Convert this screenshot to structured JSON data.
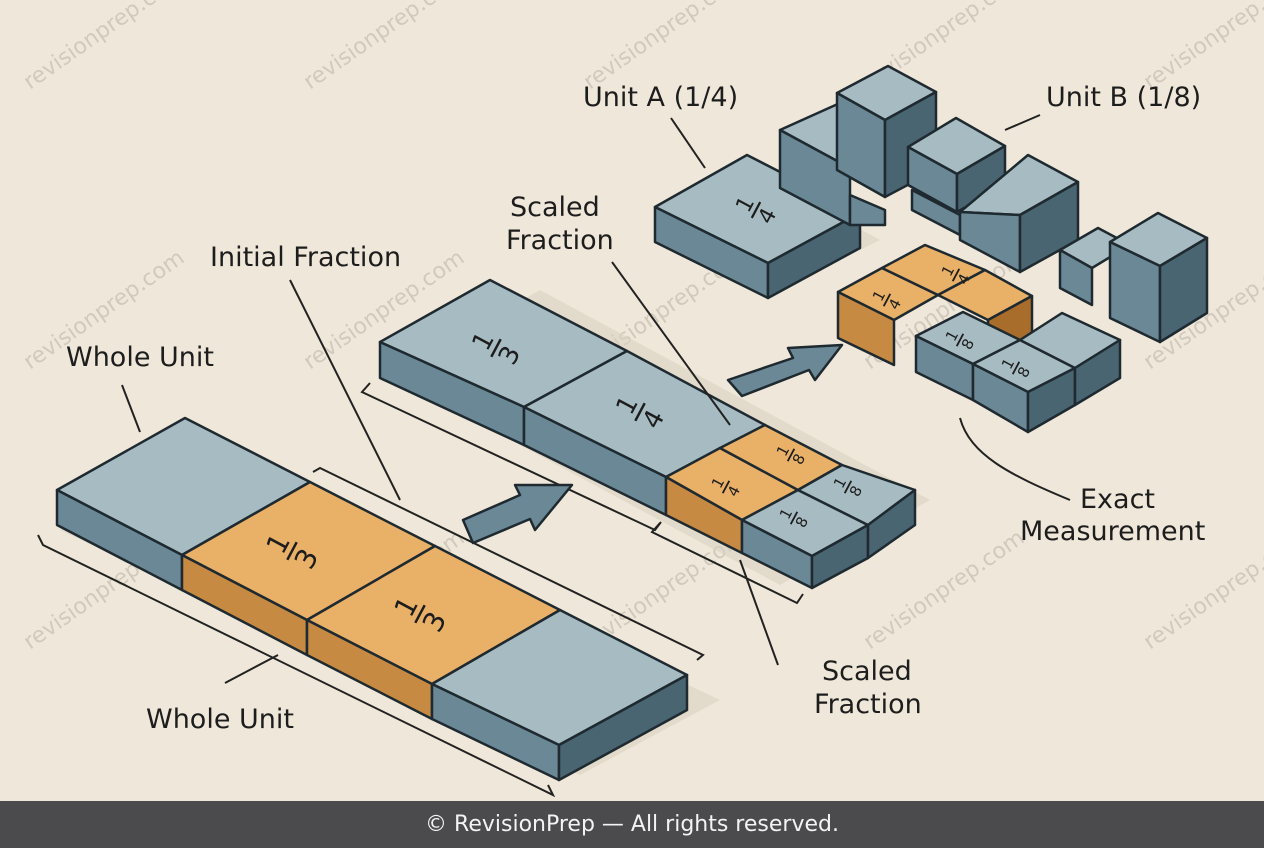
{
  "watermark": "revisionprep.com",
  "labels": {
    "whole_unit_top": "Whole Unit",
    "whole_unit_bottom": "Whole Unit",
    "initial_fraction": "Initial Fraction",
    "scaled_fraction_top_l1": "Scaled",
    "scaled_fraction_top_l2": "Fraction",
    "scaled_fraction_bottom_l1": "Scaled",
    "scaled_fraction_bottom_l2": "Fraction",
    "unit_a": "Unit A (1/4)",
    "unit_b": "Unit B (1/8)",
    "exact_l1": "Exact",
    "exact_l2": "Measurement"
  },
  "fractions": {
    "one": "1",
    "third_den": "3",
    "quarter_den": "4",
    "eighth_den": "8"
  },
  "colors": {
    "blue_top": "#a7bcc2",
    "blue_front": "#6a8896",
    "blue_side": "#4a6572",
    "orange_top": "#e9b067",
    "orange_front": "#c78a42",
    "orange_side": "#a96d2b",
    "background": "#efe8da"
  },
  "footer": "© RevisionPrep — All rights reserved."
}
